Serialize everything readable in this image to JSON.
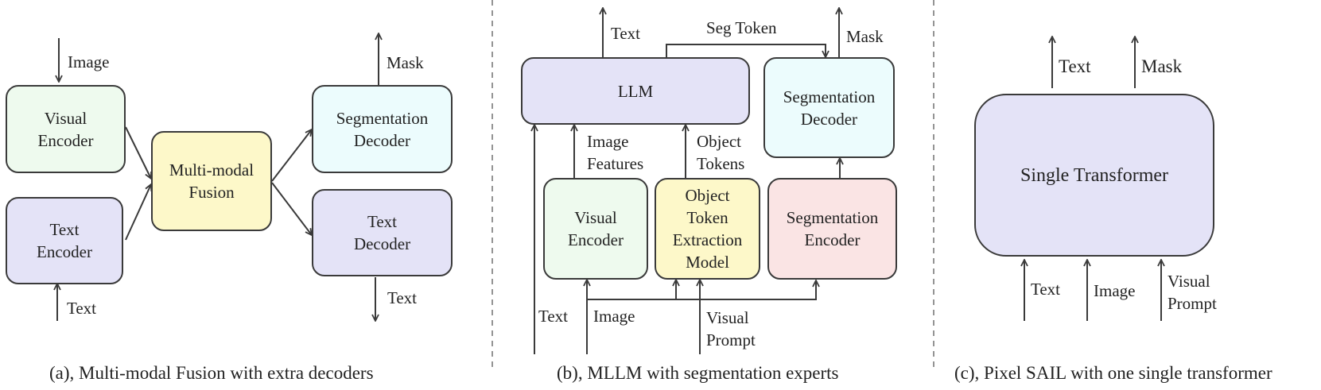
{
  "panel_a": {
    "nodes": {
      "visual_encoder": [
        "Visual",
        "Encoder"
      ],
      "text_encoder": [
        "Text",
        "Encoder"
      ],
      "fusion": [
        "Multi-modal",
        "Fusion"
      ],
      "seg_decoder": [
        "Segmentation",
        "Decoder"
      ],
      "text_decoder": [
        "Text",
        "Decoder"
      ]
    },
    "labels": {
      "image": "Image",
      "text_in": "Text",
      "mask": "Mask",
      "text_out": "Text"
    },
    "caption": "(a), Multi-modal Fusion with extra decoders"
  },
  "panel_b": {
    "nodes": {
      "llm": "LLM",
      "seg_decoder": [
        "Segmentation",
        "Decoder"
      ],
      "visual_encoder": [
        "Visual",
        "Encoder"
      ],
      "object_token": [
        "Object",
        "Token",
        "Extraction",
        "Model"
      ],
      "seg_encoder": [
        "Segmentation",
        "Encoder"
      ]
    },
    "labels": {
      "text_out": "Text",
      "seg_token": "Seg Token",
      "mask": "Mask",
      "image_features": [
        "Image",
        "Features"
      ],
      "object_tokens": [
        "Object",
        "Tokens"
      ],
      "text_in": "Text",
      "image_in": "Image",
      "visual_prompt": [
        "Visual",
        "Prompt"
      ]
    },
    "caption": "(b), MLLM with segmentation experts"
  },
  "panel_c": {
    "nodes": {
      "transformer": "Single Transformer"
    },
    "labels": {
      "text_out": "Text",
      "mask": "Mask",
      "text_in": "Text",
      "image_in": "Image",
      "visual_prompt": [
        "Visual",
        "Prompt"
      ]
    },
    "caption": "(c), Pixel SAIL with one single transformer"
  },
  "colors": {
    "green": "#eefaee",
    "purple": "#e4e3f7",
    "yellow": "#fdf8c9",
    "cyan": "#ecfcfd",
    "pink": "#fae4e4",
    "stroke": "#3a3a3a",
    "divider": "#888888"
  }
}
